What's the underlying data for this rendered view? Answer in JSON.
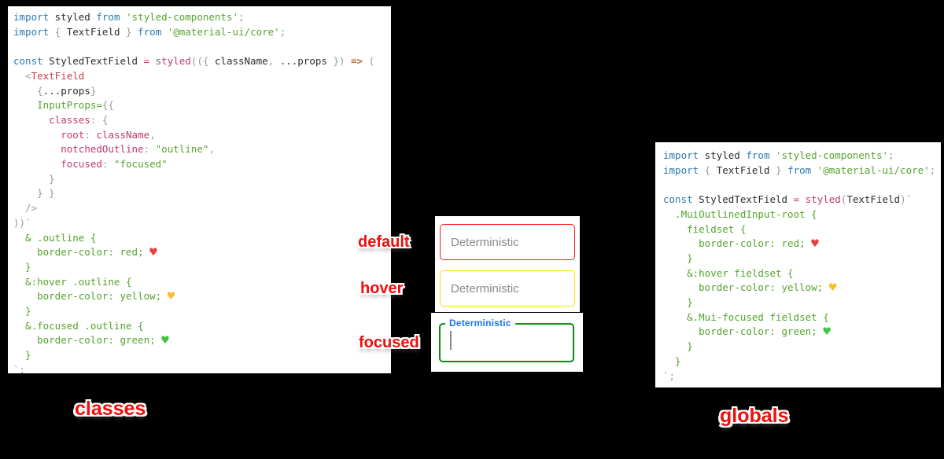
{
  "page": {
    "background": "#000000"
  },
  "panels": {
    "classes": {
      "caption": "classes",
      "lines": [
        [
          {
            "t": "import",
            "c": "kw"
          },
          {
            "t": " styled ",
            "c": "id"
          },
          {
            "t": "from",
            "c": "kw"
          },
          {
            "t": " ",
            "c": "id"
          },
          {
            "t": "'styled-components'",
            "c": "st"
          },
          {
            "t": ";",
            "c": "pu"
          }
        ],
        [
          {
            "t": "import",
            "c": "kw"
          },
          {
            "t": " { ",
            "c": "pu"
          },
          {
            "t": "TextField",
            "c": "id"
          },
          {
            "t": " } ",
            "c": "pu"
          },
          {
            "t": "from",
            "c": "kw"
          },
          {
            "t": " ",
            "c": "id"
          },
          {
            "t": "'@material-ui/core'",
            "c": "st"
          },
          {
            "t": ";",
            "c": "pu"
          }
        ],
        [],
        [
          {
            "t": "const",
            "c": "kw"
          },
          {
            "t": " StyledTextField ",
            "c": "id"
          },
          {
            "t": "=",
            "c": "pr"
          },
          {
            "t": " ",
            "c": "id"
          },
          {
            "t": "styled",
            "c": "pr"
          },
          {
            "t": "(({ ",
            "c": "pu"
          },
          {
            "t": "className",
            "c": "id"
          },
          {
            "t": ", ",
            "c": "pu"
          },
          {
            "t": "...props",
            "c": "id"
          },
          {
            "t": " }) ",
            "c": "pu"
          },
          {
            "t": "=>",
            "c": "ar"
          },
          {
            "t": " (",
            "c": "pu"
          }
        ],
        [
          {
            "t": "  <",
            "c": "pu"
          },
          {
            "t": "TextField",
            "c": "tg"
          }
        ],
        [
          {
            "t": "    {",
            "c": "pu"
          },
          {
            "t": "...props",
            "c": "id"
          },
          {
            "t": "}",
            "c": "pu"
          }
        ],
        [
          {
            "t": "    ",
            "c": "id"
          },
          {
            "t": "InputProps",
            "c": "st"
          },
          {
            "t": "=",
            "c": "st"
          },
          {
            "t": "{{",
            "c": "pu"
          }
        ],
        [
          {
            "t": "      ",
            "c": "id"
          },
          {
            "t": "classes",
            "c": "pr"
          },
          {
            "t": ": {",
            "c": "pu"
          }
        ],
        [
          {
            "t": "        ",
            "c": "id"
          },
          {
            "t": "root",
            "c": "pr"
          },
          {
            "t": ": ",
            "c": "pu"
          },
          {
            "t": "className",
            "c": "pr"
          },
          {
            "t": ",",
            "c": "pu"
          }
        ],
        [
          {
            "t": "        ",
            "c": "id"
          },
          {
            "t": "notchedOutline",
            "c": "pr"
          },
          {
            "t": ": ",
            "c": "pu"
          },
          {
            "t": "\"outline\"",
            "c": "st"
          },
          {
            "t": ",",
            "c": "pu"
          }
        ],
        [
          {
            "t": "        ",
            "c": "id"
          },
          {
            "t": "focused",
            "c": "pr"
          },
          {
            "t": ": ",
            "c": "pu"
          },
          {
            "t": "\"focused\"",
            "c": "st"
          }
        ],
        [
          {
            "t": "      }",
            "c": "pu"
          }
        ],
        [
          {
            "t": "    } }",
            "c": "pu"
          }
        ],
        [
          {
            "t": "  />",
            "c": "pu"
          }
        ],
        [
          {
            "t": "))`",
            "c": "pu"
          }
        ],
        [
          {
            "t": "  & .outline {",
            "c": "st"
          }
        ],
        [
          {
            "t": "    border-color: red; ",
            "c": "st"
          },
          {
            "t": "♥",
            "c": "hr"
          }
        ],
        [
          {
            "t": "  }",
            "c": "st"
          }
        ],
        [
          {
            "t": "  &:hover .outline {",
            "c": "st"
          }
        ],
        [
          {
            "t": "    border-color: yellow; ",
            "c": "st"
          },
          {
            "t": "♥",
            "c": "hy"
          }
        ],
        [
          {
            "t": "  }",
            "c": "st"
          }
        ],
        [
          {
            "t": "  &.focused .outline {",
            "c": "st"
          }
        ],
        [
          {
            "t": "    border-color: green; ",
            "c": "st"
          },
          {
            "t": "♥",
            "c": "hg"
          }
        ],
        [
          {
            "t": "  }",
            "c": "st"
          }
        ],
        [
          {
            "t": "`;",
            "c": "pu"
          }
        ]
      ]
    },
    "globals": {
      "caption": "globals",
      "lines": [
        [
          {
            "t": "import",
            "c": "kw"
          },
          {
            "t": " styled ",
            "c": "id"
          },
          {
            "t": "from",
            "c": "kw"
          },
          {
            "t": " ",
            "c": "id"
          },
          {
            "t": "'styled-components'",
            "c": "st"
          },
          {
            "t": ";",
            "c": "pu"
          }
        ],
        [
          {
            "t": "import",
            "c": "kw"
          },
          {
            "t": " { ",
            "c": "pu"
          },
          {
            "t": "TextField",
            "c": "id"
          },
          {
            "t": " } ",
            "c": "pu"
          },
          {
            "t": "from",
            "c": "kw"
          },
          {
            "t": " ",
            "c": "id"
          },
          {
            "t": "'@material-ui/core'",
            "c": "st"
          },
          {
            "t": ";",
            "c": "pu"
          }
        ],
        [],
        [
          {
            "t": "const",
            "c": "kw"
          },
          {
            "t": " StyledTextField ",
            "c": "id"
          },
          {
            "t": "=",
            "c": "pr"
          },
          {
            "t": " ",
            "c": "id"
          },
          {
            "t": "styled",
            "c": "pr"
          },
          {
            "t": "(",
            "c": "pu"
          },
          {
            "t": "TextField",
            "c": "id"
          },
          {
            "t": ")`",
            "c": "pu"
          }
        ],
        [
          {
            "t": "  .MuiOutlinedInput-root {",
            "c": "st"
          }
        ],
        [
          {
            "t": "    fieldset {",
            "c": "st"
          }
        ],
        [
          {
            "t": "      border-color: red; ",
            "c": "st"
          },
          {
            "t": "♥",
            "c": "hr"
          }
        ],
        [
          {
            "t": "    }",
            "c": "st"
          }
        ],
        [
          {
            "t": "    &:hover fieldset {",
            "c": "st"
          }
        ],
        [
          {
            "t": "      border-color: yellow; ",
            "c": "st"
          },
          {
            "t": "♥",
            "c": "hy"
          }
        ],
        [
          {
            "t": "    }",
            "c": "st"
          }
        ],
        [
          {
            "t": "    &.Mui-focused fieldset {",
            "c": "st"
          }
        ],
        [
          {
            "t": "      border-color: green; ",
            "c": "st"
          },
          {
            "t": "♥",
            "c": "hg"
          }
        ],
        [
          {
            "t": "    }",
            "c": "st"
          }
        ],
        [
          {
            "t": "  }",
            "c": "st"
          }
        ],
        [
          {
            "t": "`;",
            "c": "pu"
          }
        ]
      ]
    }
  },
  "states": {
    "default_label": "default",
    "hover_label": "hover",
    "focused_label": "focused"
  },
  "fields": {
    "default": {
      "placeholder": "Deterministic",
      "border_color": "#ff0000"
    },
    "hover": {
      "placeholder": "Deterministic",
      "border_color": "#ffff00"
    },
    "focused": {
      "label": "Deterministic",
      "value": "",
      "border_color": "#0f8a14",
      "label_color": "#1a73e8"
    }
  },
  "colors": {
    "background": "#000000",
    "label_red": "#f10e0e",
    "keyword_blue": "#2a7ab2",
    "string_green": "#55a32c",
    "property_pink": "#c73670",
    "arrow_orange": "#b4692d",
    "punct_gray": "#969a9e",
    "heart_red": "#e8413c",
    "heart_yellow": "#fbc02d",
    "heart_green": "#3fc43f",
    "focused_label_blue": "#1a73e8",
    "placeholder_gray": "#8a8a8a"
  }
}
